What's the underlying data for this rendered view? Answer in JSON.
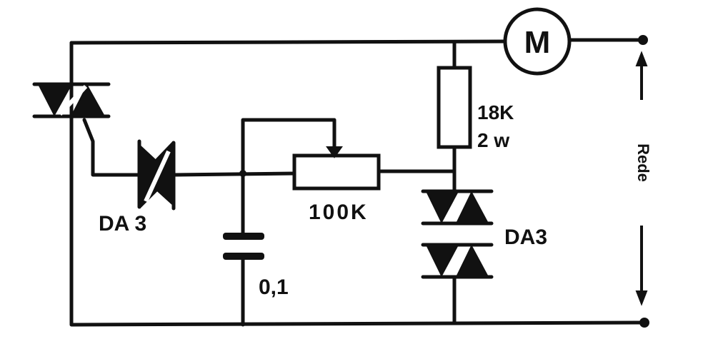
{
  "components": {
    "motor": {
      "symbol": "M"
    },
    "triac": {
      "symbol": "triac"
    },
    "diac_left": {
      "label": "DA 3"
    },
    "potentiometer": {
      "value": "100K"
    },
    "capacitor": {
      "value": "0,1"
    },
    "resistor": {
      "value": "18K",
      "power": "2 w"
    },
    "diac_stack": {
      "label": "DA3"
    }
  },
  "supply": {
    "label": "Rede"
  }
}
